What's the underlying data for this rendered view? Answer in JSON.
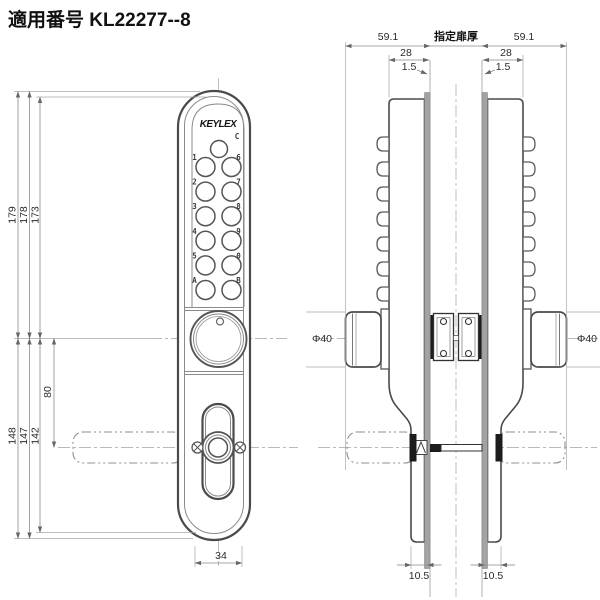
{
  "title": "適用番号 KL22277--8",
  "front": {
    "keypad": {
      "logo": "KEYLEX",
      "clear": "C",
      "left": [
        "1",
        "2",
        "3",
        "4",
        "5",
        "A"
      ],
      "right": [
        "6",
        "7",
        "8",
        "9",
        "0",
        "B"
      ]
    },
    "dims": {
      "height_outer": "179",
      "height_mid": "178",
      "height_inner": "173",
      "lower_outer": "148",
      "lower_mid": "147",
      "lower_inner": "142",
      "knob_to_handle": "80",
      "bottom_width": "34"
    }
  },
  "side": {
    "dims": {
      "projection_left": "59.1",
      "projection_right": "59.1",
      "door_thickness_label": "指定扉厚",
      "body_depth_left": "28",
      "body_depth_right": "28",
      "plate_left": "1.5",
      "plate_right": "1.5",
      "knob_dia_left": "Φ40",
      "knob_dia_right": "Φ40",
      "foot_left": "10.5",
      "foot_right": "10.5"
    }
  },
  "colors": {
    "line": "#4a4a4a",
    "dimension": "#8a8a8a",
    "centerline": "#b9b9b9",
    "gasket": "#a3a3a3",
    "background": "#ffffff"
  }
}
